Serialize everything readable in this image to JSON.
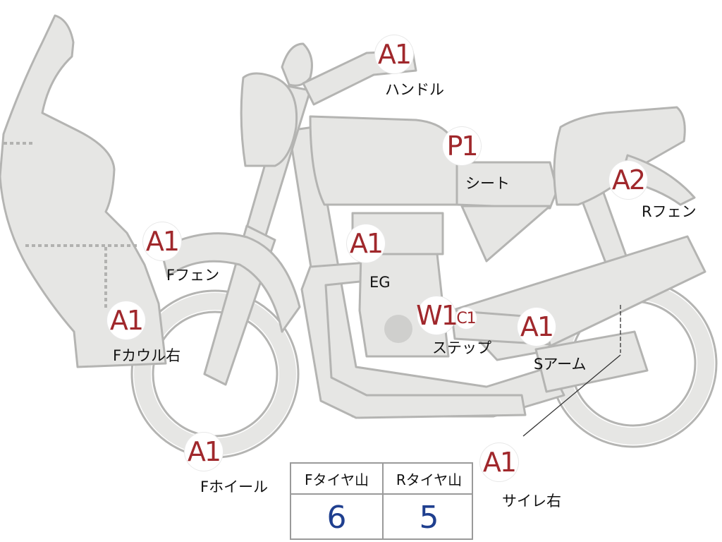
{
  "parts": [
    {
      "id": "handle",
      "code": "A1",
      "label": "ハンドル"
    },
    {
      "id": "seat",
      "code": "P1",
      "label": "シート"
    },
    {
      "id": "r-fender",
      "code": "A2",
      "label": "Rフェン"
    },
    {
      "id": "f-fender",
      "code": "A1",
      "label": "Fフェン"
    },
    {
      "id": "engine",
      "code": "A1",
      "label": "EG"
    },
    {
      "id": "step",
      "code": "W1",
      "extra_code": "C1",
      "label": "ステップ"
    },
    {
      "id": "f-cowl-right",
      "code": "A1",
      "label": "Fカウル右"
    },
    {
      "id": "swing-arm",
      "code": "A1",
      "label": "Sアーム"
    },
    {
      "id": "f-wheel",
      "code": "A1",
      "label": "Fホイール"
    },
    {
      "id": "muffler-right",
      "code": "A1",
      "label": "サイレ右"
    }
  ],
  "tire_table": {
    "headers": [
      "Fタイヤ山",
      "Rタイヤ山"
    ],
    "values": [
      "6",
      "5"
    ]
  },
  "colors": {
    "body_fill": "#e6e6e4",
    "outline": "#b4b4b2",
    "code_text": "#a0282c",
    "table_value": "#1f3f8f"
  }
}
